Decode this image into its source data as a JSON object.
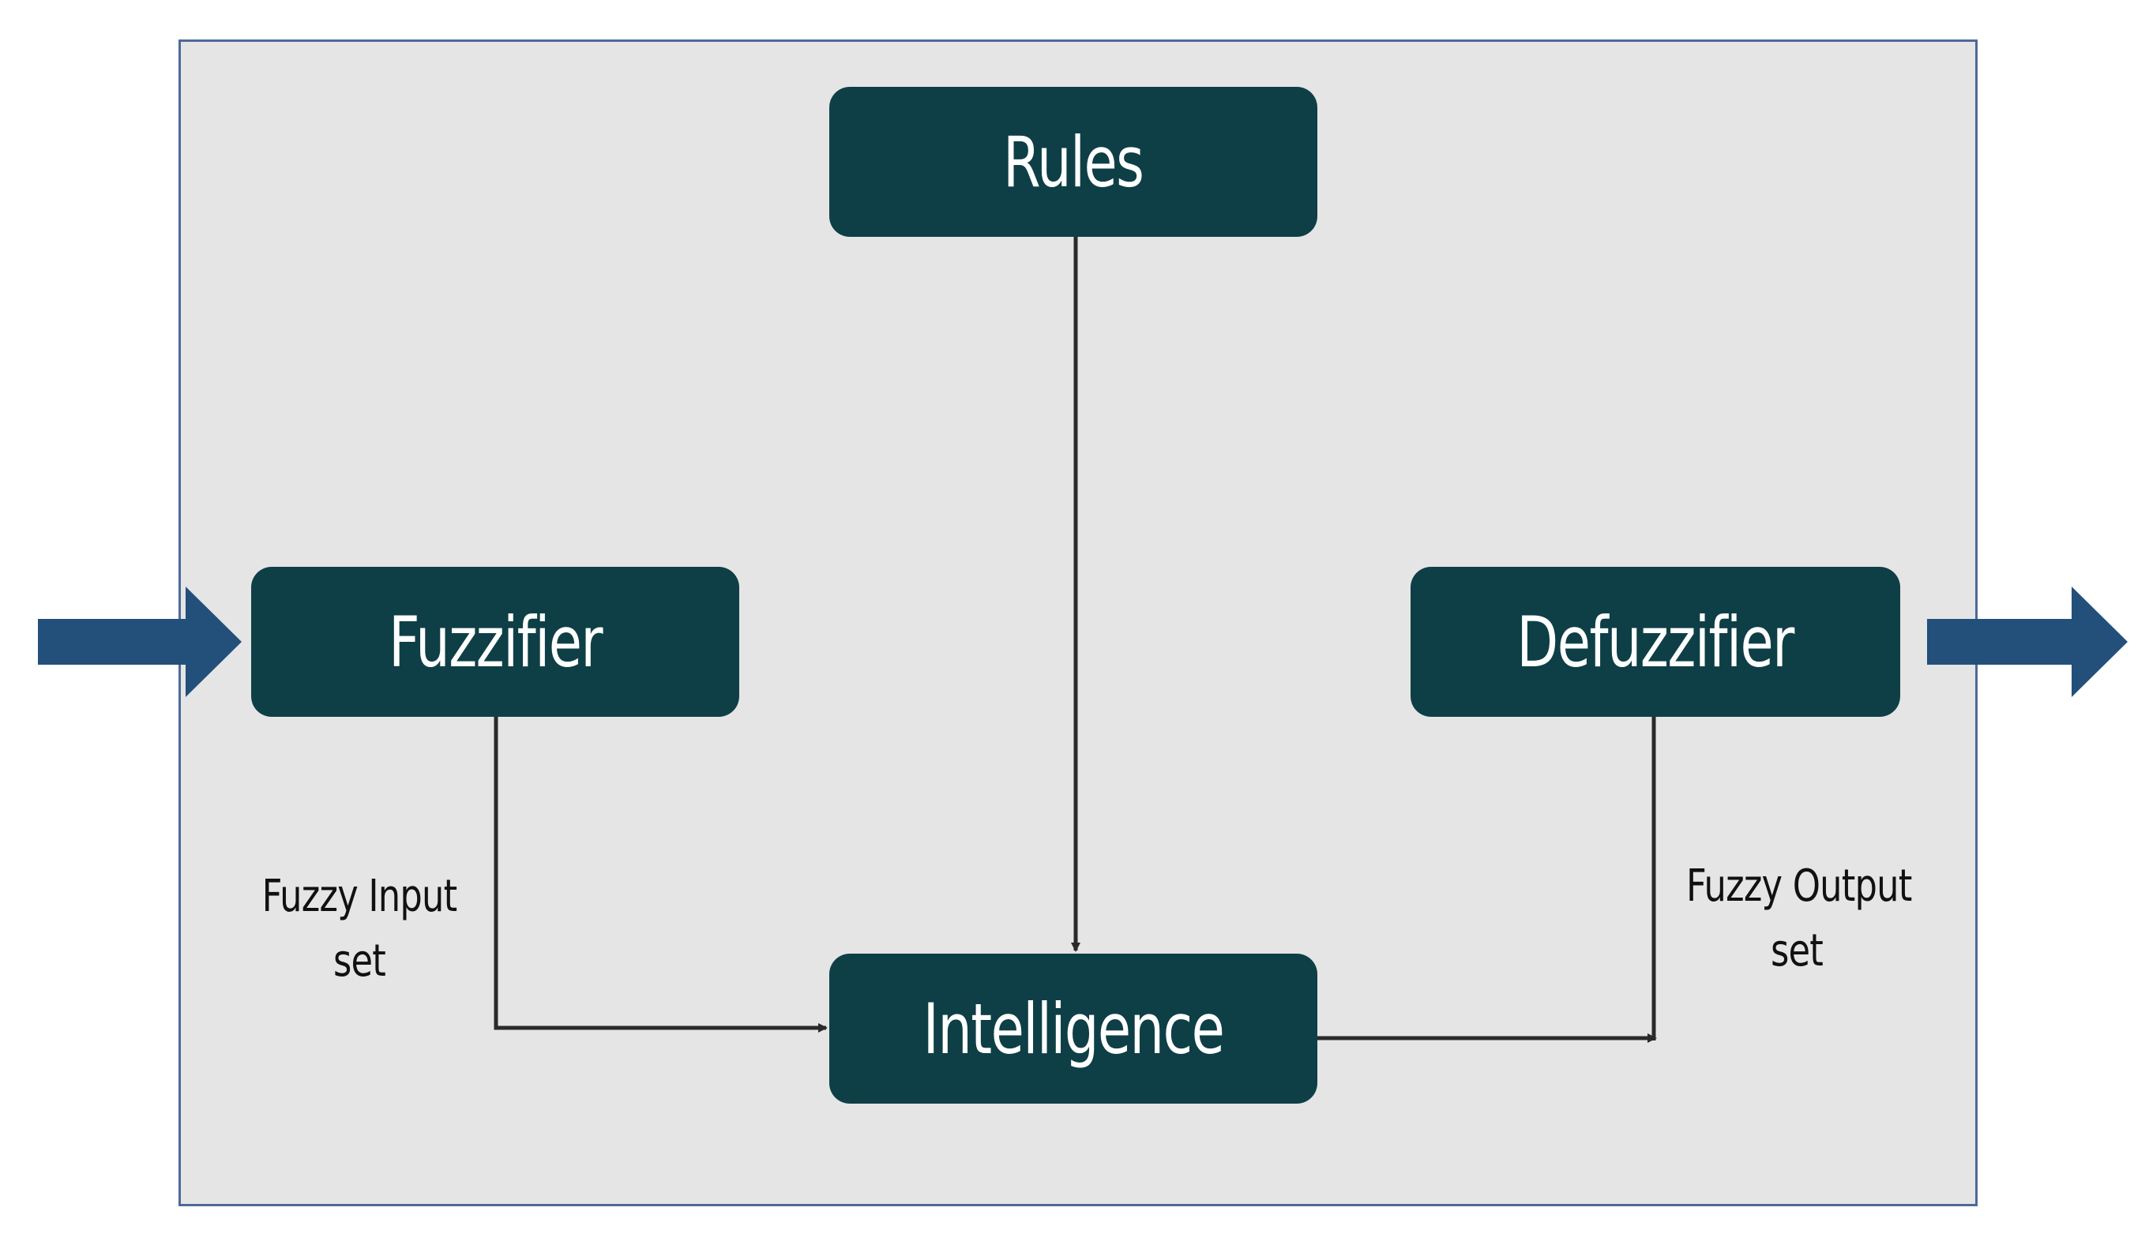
{
  "diagram": {
    "title": "",
    "blocks": {
      "rules": "Rules",
      "fuzzifier": "Fuzzifier",
      "defuzzifier": "Defuzzifier",
      "intelligence": "Intelligence"
    },
    "edge_labels": {
      "fuzzy_input_line1": "Fuzzy Input",
      "fuzzy_input_line2": "set",
      "fuzzy_output_line1": "Fuzzy Output",
      "fuzzy_output_line2": "set"
    },
    "edges": [
      {
        "from": "input",
        "to": "fuzzifier"
      },
      {
        "from": "fuzzifier",
        "to": "intelligence",
        "label": "Fuzzy Input set"
      },
      {
        "from": "rules",
        "to": "intelligence"
      },
      {
        "from": "intelligence",
        "to": "defuzzifier",
        "label": "Fuzzy Output set"
      },
      {
        "from": "defuzzifier",
        "to": "output"
      }
    ],
    "colors": {
      "block_fill": "#0e3f46",
      "block_text": "#ffffff",
      "frame_fill": "#e5e5e5",
      "frame_border": "#4d6a9a",
      "io_arrow": "#23507a",
      "connector": "#2a2a2a"
    }
  }
}
